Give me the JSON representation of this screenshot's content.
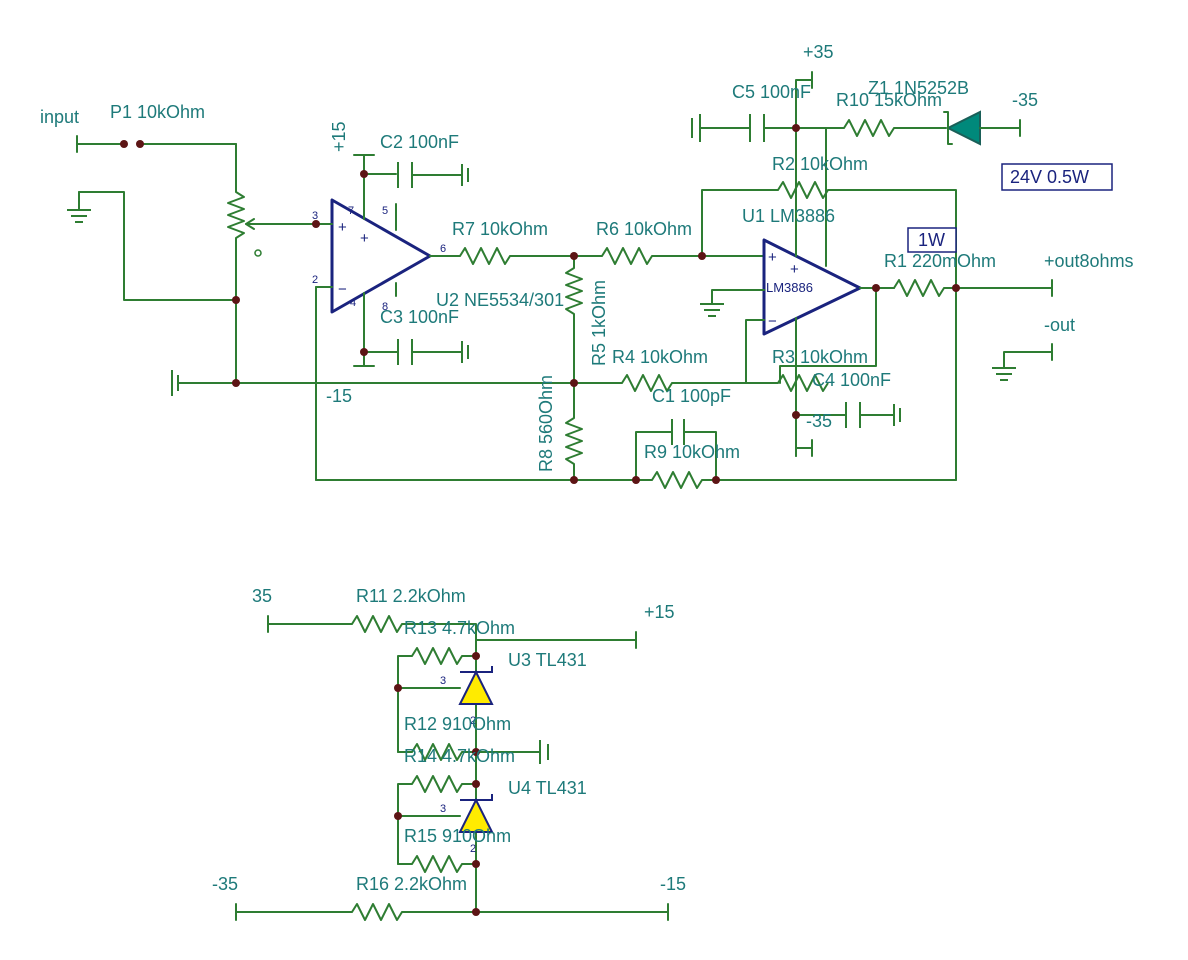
{
  "net_labels": {
    "input": "input",
    "p15_top": "+15",
    "m15_mid": "-15",
    "p35_top": "+35",
    "m35_top": "-35",
    "m35_u1": "-35",
    "out8": "+out8ohms",
    "outm": "-out",
    "src35": "35",
    "p15_reg": "+15",
    "m35_bot": "-35",
    "m15_bot": "-15"
  },
  "components": {
    "p1": "P1 10kOhm",
    "c2": "C2 100nF",
    "c3": "C3 100nF",
    "u2": "U2 NE5534/301",
    "r7": "R7 10kOhm",
    "r6": "R6 10kOhm",
    "r5": "R5 1kOhm",
    "r8": "R8 560Ohm",
    "r4": "R4 10kOhm",
    "c1": "C1 100pF",
    "r9": "R9 10kOhm",
    "c5": "C5 100nF",
    "r10": "R10 15kOhm",
    "z1": "Z1 1N5252B",
    "r2": "R2 10kOhm",
    "u1": "U1 LM3886",
    "u1_chip": "LM3886",
    "r1": "R1 220mOhm",
    "r3": "R3 10kOhm",
    "c4": "C4 100nF",
    "r11": "R11 2.2kOhm",
    "r13": "R13 4.7kOhm",
    "u3": "U3 TL431",
    "r12": "R12 910Ohm",
    "r14": "R14 4.7kOhm",
    "u4": "U4 TL431",
    "r15": "R15 910Ohm",
    "r16": "R16 2.2kOhm"
  },
  "pins": {
    "u2_p3": "3",
    "u2_p2": "2",
    "u2_p7": "7",
    "u2_p5": "5",
    "u2_p6": "6",
    "u2_p4": "4",
    "u2_p8": "8",
    "u3_p3": "3",
    "u3_p2": "2",
    "u4_p3": "3",
    "u4_p2": "2"
  },
  "notes": {
    "zener_rating": "24V 0.5W",
    "r1_rating": "1W"
  },
  "colors": {
    "wire": "#2e7d32",
    "label": "#1e7a7a",
    "opamp": "#1a237e",
    "junction": "#5d1515",
    "zener_fill": "#00897b",
    "tl431_fill": "#ffeb00"
  }
}
